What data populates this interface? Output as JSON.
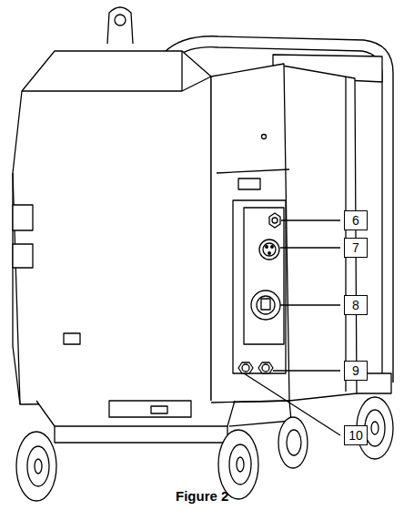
{
  "diagram": {
    "caption": "Figure 2",
    "labels": [
      "6",
      "7",
      "8",
      "9",
      "10"
    ]
  }
}
